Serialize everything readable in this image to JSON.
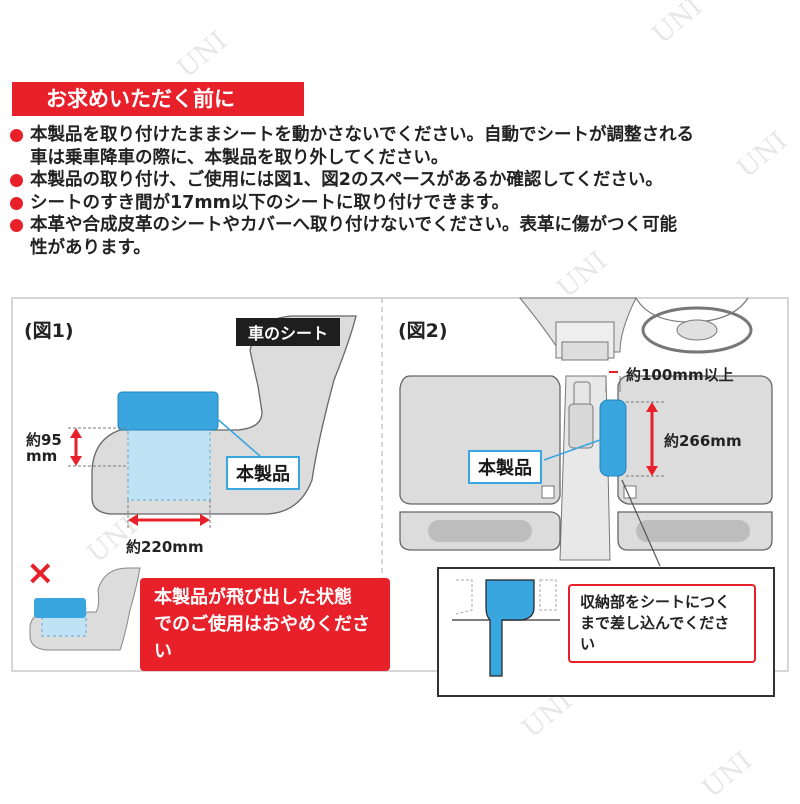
{
  "header": {
    "title": "お求めいただく前に"
  },
  "notes": [
    "本製品を取り付けたままシートを動かさないでください。自動でシートが調整される",
    "車は乗車降車の際に、本製品を取り外してください。",
    "本製品の取り付け、ご使用には図1、図2のスペースがあるか確認してください。",
    "シートのすき間が17mm以下のシートに取り付けできます。",
    "本革や合成皮革のシートやカバーへ取り付けないでください。表革に傷がつく可能",
    "性があります。"
  ],
  "figure1": {
    "label": "(図1)",
    "seat_title": "車のシート",
    "product_label": "本製品",
    "height_dim": [
      "約95",
      "mm"
    ],
    "width_dim": "約220mm",
    "ng_mark": "×",
    "warning": [
      "本製品が飛び出した状態",
      "でのご使用はおやめください"
    ]
  },
  "figure2": {
    "label": "(図2)",
    "gap_dim": "約100mm以上",
    "length_dim": "約266mm",
    "product_label": "本製品",
    "instruction": [
      "収納部をシートにつく",
      "まで差し込んでください"
    ]
  },
  "watermark": "UNI",
  "colors": {
    "accent": "#e8202a",
    "product_blue": "#3aa6e0",
    "seat_gray": "#dcdcdc"
  }
}
